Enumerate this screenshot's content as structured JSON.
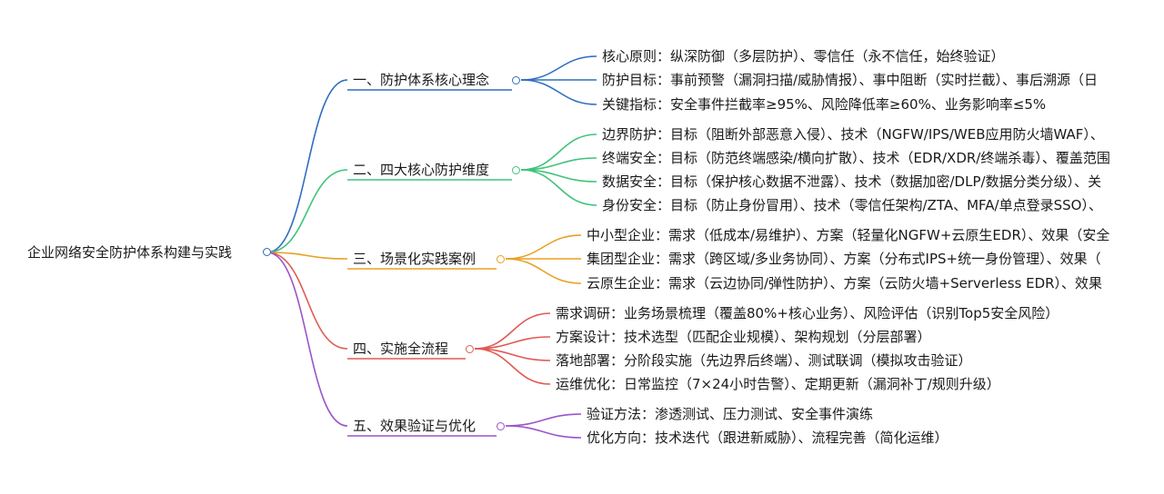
{
  "root": "企业网络安全防护体系构建与实践",
  "branches": [
    {
      "label": "一、防护体系核心理念",
      "color": "#2f6fbf",
      "children": [
        "核心原则：纵深防御（多层防护）、零信任（永不信任，始终验证）",
        "防护目标：事前预警（漏洞扫描/威胁情报）、事中阻断（实时拦截）、事后溯源（日",
        "关键指标：安全事件拦截率≥95%、风险降低率≥60%、业务影响率≤5%"
      ]
    },
    {
      "label": "二、四大核心防护维度",
      "color": "#3fc37a",
      "children": [
        "边界防护：目标（阻断外部恶意入侵）、技术（NGFW/IPS/WEB应用防火墙WAF）、",
        "终端安全：目标（防范终端感染/横向扩散）、技术（EDR/XDR/终端杀毒）、覆盖范围",
        "数据安全：目标（保护核心数据不泄露）、技术（数据加密/DLP/数据分类分级）、关",
        "身份安全：目标（防止身份冒用）、技术（零信任架构/ZTA、MFA/单点登录SSO）、"
      ]
    },
    {
      "label": "三、场景化实践案例",
      "color": "#e8a020",
      "children": [
        "中小型企业：需求（低成本/易维护）、方案（轻量化NGFW+云原生EDR）、效果（安全",
        "集团型企业：需求（跨区域/多业务协同）、方案（分布式IPS+统一身份管理）、效果（",
        "云原生企业：需求（云边协同/弹性防护）、方案（云防火墙+Serverless EDR）、效果"
      ]
    },
    {
      "label": "四、实施全流程",
      "color": "#e05a52",
      "children": [
        "需求调研：业务场景梳理（覆盖80%+核心业务）、风险评估（识别Top5安全风险）",
        "方案设计：技术选型（匹配企业规模）、架构规划（分层部署）",
        "落地部署：分阶段实施（先边界后终端）、测试联调（模拟攻击验证）",
        "运维优化：日常监控（7×24小时告警）、定期更新（漏洞补丁/规则升级）"
      ]
    },
    {
      "label": "五、效果验证与优化",
      "color": "#9a55c8",
      "children": [
        "验证方法：渗透测试、压力测试、安全事件演练",
        "优化方向：技术迭代（跟进新威胁）、流程完善（简化运维）"
      ]
    }
  ]
}
